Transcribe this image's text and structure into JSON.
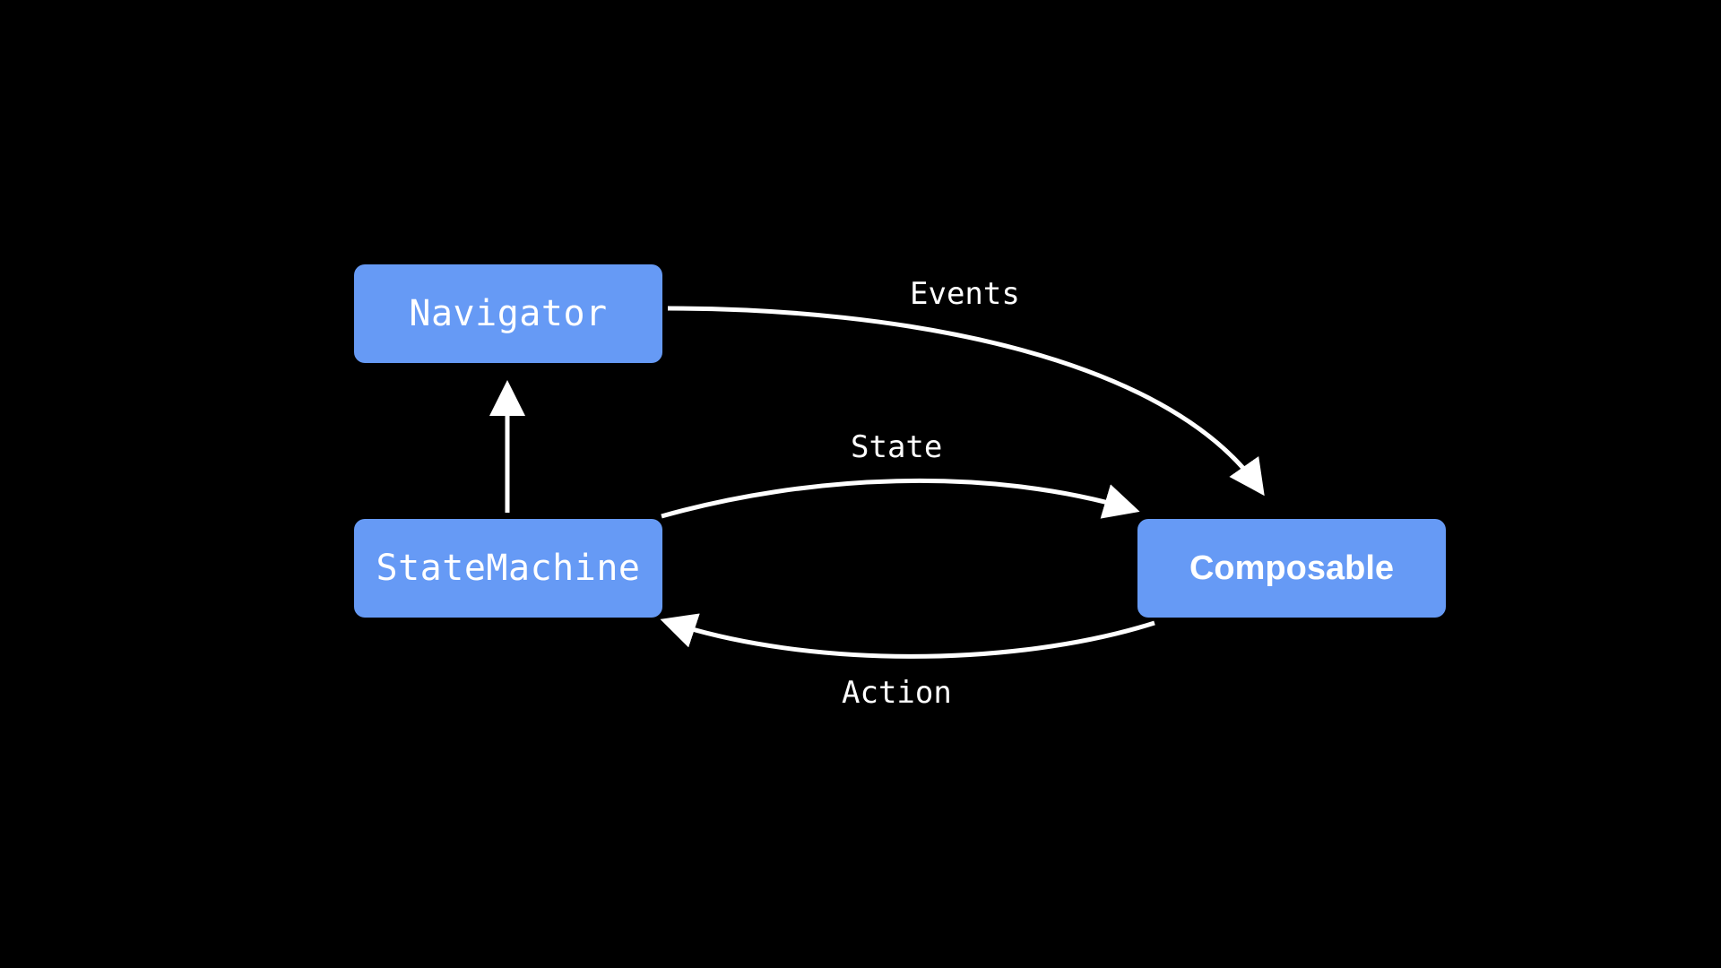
{
  "nodes": {
    "navigator": "Navigator",
    "statemachine": "StateMachine",
    "composable": "Composable"
  },
  "edges": {
    "events": "Events",
    "state": "State",
    "action": "Action"
  },
  "colors": {
    "background": "#000000",
    "node_fill": "#669af5",
    "text": "#ffffff",
    "arrow": "#ffffff"
  }
}
